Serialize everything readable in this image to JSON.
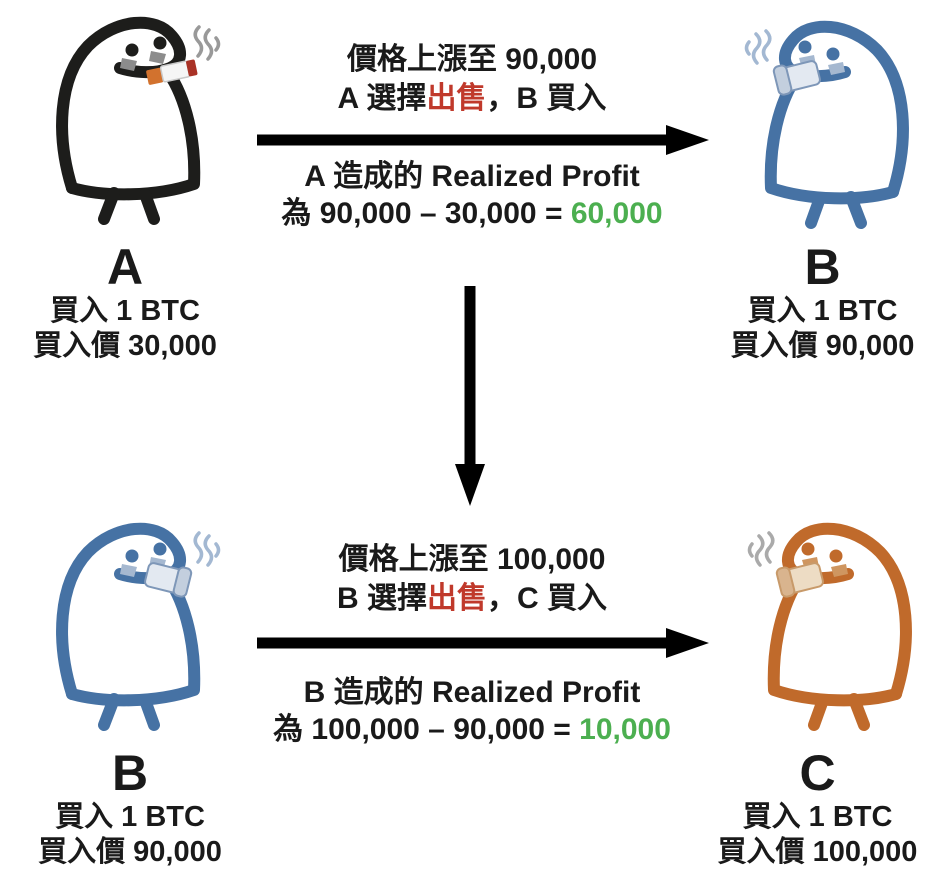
{
  "colors": {
    "background": "#ffffff",
    "text": "#1a1a1a",
    "sell_red": "#c0392b",
    "profit_green": "#4caf50",
    "arrow": "#000000"
  },
  "figures": {
    "a": {
      "color": "#1d1d1b",
      "bag": "#8c8c8c",
      "accessory": "cigarette",
      "mirror": false
    },
    "b_top": {
      "color": "#4672a4",
      "bag": "#a5b8d0",
      "accessory": "cup",
      "mirror": true
    },
    "b_bottom": {
      "color": "#4672a4",
      "bag": "#a5b8d0",
      "accessory": "cup",
      "mirror": false
    },
    "c": {
      "color": "#c06a2b",
      "bag": "#cf9660",
      "accessory": "cup_tan",
      "mirror": true
    }
  },
  "step1": {
    "event_line1": "價格上漲至 90,000",
    "sell_prefix": "A 選擇",
    "sell_word": "出售",
    "sell_suffix": "，B 買入",
    "profit_line1": "A 造成的 Realized Profit",
    "profit_prefix": "為 90,000 – 30,000 = ",
    "profit_value": "60,000",
    "from": {
      "name": "A",
      "line1": "買入 1 BTC",
      "line2": "買入價 30,000"
    },
    "to": {
      "name": "B",
      "line1": "買入 1 BTC",
      "line2": "買入價 90,000"
    }
  },
  "step2": {
    "event_line1": "價格上漲至 100,000",
    "sell_prefix": "B 選擇",
    "sell_word": "出售",
    "sell_suffix": "，C 買入",
    "profit_line1": "B 造成的 Realized Profit",
    "profit_prefix": "為 100,000 – 90,000 = ",
    "profit_value": "10,000",
    "from": {
      "name": "B",
      "line1": "買入 1 BTC",
      "line2": "買入價 90,000"
    },
    "to": {
      "name": "C",
      "line1": "買入 1 BTC",
      "line2": "買入價 100,000"
    }
  }
}
